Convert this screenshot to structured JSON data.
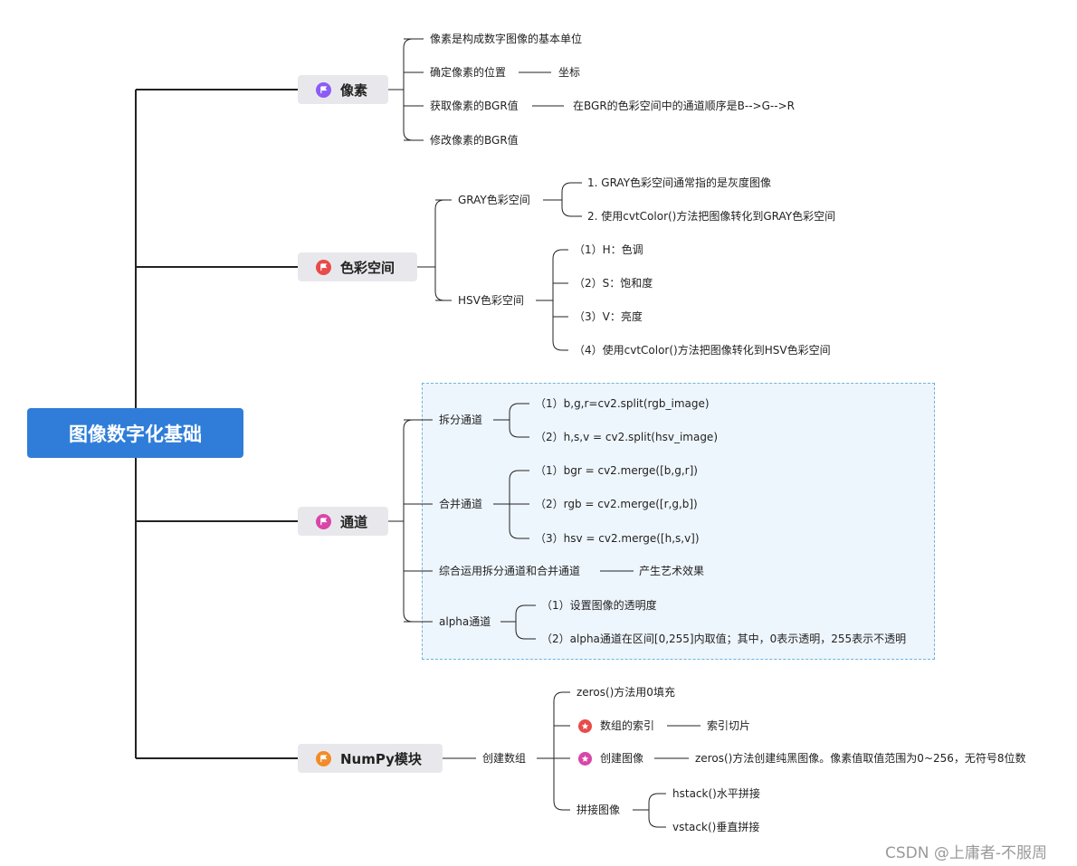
{
  "root": "图像数字化基础",
  "topics": {
    "pixel": {
      "label": "像素",
      "flag_color": "#8b5cf6",
      "items": [
        "像素是构成数字图像的基本单位",
        "确定像素的位置",
        "获取像素的BGR值",
        "修改像素的BGR值"
      ],
      "position_note": "坐标",
      "bgr_note": "在BGR的色彩空间中的通道顺序是B-->G-->R"
    },
    "color": {
      "label": "色彩空间",
      "flag_color": "#e84b4b",
      "gray": {
        "label": "GRAY色彩空间",
        "items": [
          "1. GRAY色彩空间通常指的是灰度图像",
          "2. 使用cvtColor()方法把图像转化到GRAY色彩空间"
        ]
      },
      "hsv": {
        "label": "HSV色彩空间",
        "items": [
          "（1）H：色调",
          "（2）S：饱和度",
          "（3）V：亮度",
          "（4）使用cvtColor()方法把图像转化到HSV色彩空间"
        ]
      }
    },
    "channel": {
      "label": "通道",
      "flag_color": "#d946a8",
      "split": {
        "label": "拆分通道",
        "items": [
          "（1）b,g,r=cv2.split(rgb_image)",
          "（2）h,s,v = cv2.split(hsv_image)"
        ]
      },
      "merge": {
        "label": "合并通道",
        "items": [
          "（1）bgr = cv2.merge([b,g,r])",
          "（2）rgb = cv2.merge([r,g,b])",
          "（3）hsv = cv2.merge([h,s,v])"
        ]
      },
      "combo": {
        "label": "综合运用拆分通道和合并通道",
        "note": "产生艺术效果"
      },
      "alpha": {
        "label": "alpha通道",
        "items": [
          "（1）设置图像的透明度",
          "（2）alpha通道在区间[0,255]内取值；其中，0表示透明，255表示不透明"
        ]
      }
    },
    "numpy": {
      "label": "NumPy模块",
      "flag_color": "#f28c28",
      "create": {
        "label": "创建数组",
        "zeros": "zeros()方法用0填充",
        "index": {
          "label": "数组的索引",
          "note": "索引切片",
          "icon_color": "#e84b4b"
        },
        "image": {
          "label": "创建图像",
          "note": "zeros()方法创建纯黑图像。像素值取值范围为0~256，无符号8位数",
          "icon_color": "#d946a8"
        },
        "concat": {
          "label": "拼接图像",
          "items": [
            "hstack()水平拼接",
            "vstack()垂直拼接"
          ]
        }
      }
    }
  },
  "watermark": "CSDN @上庸者-不服周",
  "colors": {
    "root_bg": "#2f7dd8",
    "main_bg": "#e8e8ec",
    "line": "#222222",
    "boundary": "#6fb3e0"
  }
}
